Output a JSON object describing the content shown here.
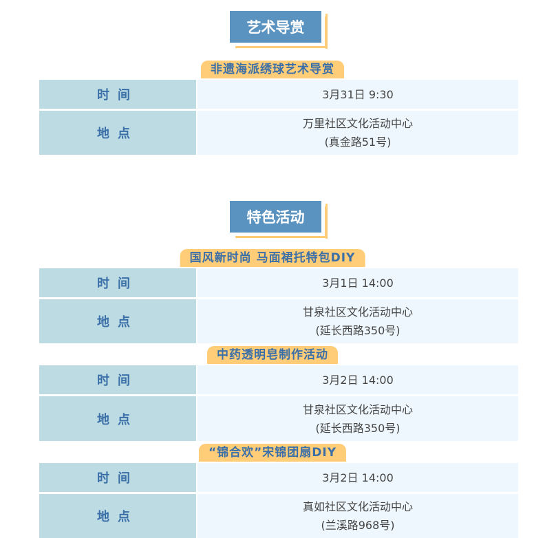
{
  "sections": [
    {
      "title": "艺术导赏",
      "events": [
        {
          "name": "非遗海派绣球艺术导赏",
          "time_label": "时间",
          "time": "3月31日 9:30",
          "place_label": "地点",
          "place": "万里社区文化活动中心",
          "address": "(真金路51号)"
        }
      ]
    },
    {
      "title": "特色活动",
      "events": [
        {
          "name": "国风新时尚 马面裙托特包DIY",
          "time_label": "时间",
          "time": "3月1日 14:00",
          "place_label": "地点",
          "place": "甘泉社区文化活动中心",
          "address": "(延长西路350号)"
        },
        {
          "name": "中药透明皂制作活动",
          "time_label": "时间",
          "time": "3月2日 14:00",
          "place_label": "地点",
          "place": "甘泉社区文化活动中心",
          "address": "(延长西路350号)"
        },
        {
          "name": "“锦合欢”宋锦团扇DIY",
          "time_label": "时间",
          "time": "3月2日 14:00",
          "place_label": "地点",
          "place": "真如社区文化活动中心",
          "address": "(兰溪路968号)"
        }
      ]
    }
  ],
  "colors": {
    "header": "#5b93c0",
    "pill": "#ffcd78",
    "label_bg": "#bcdbe3",
    "value_bg": "#eef7fd",
    "text_blue": "#3b6fa8"
  }
}
